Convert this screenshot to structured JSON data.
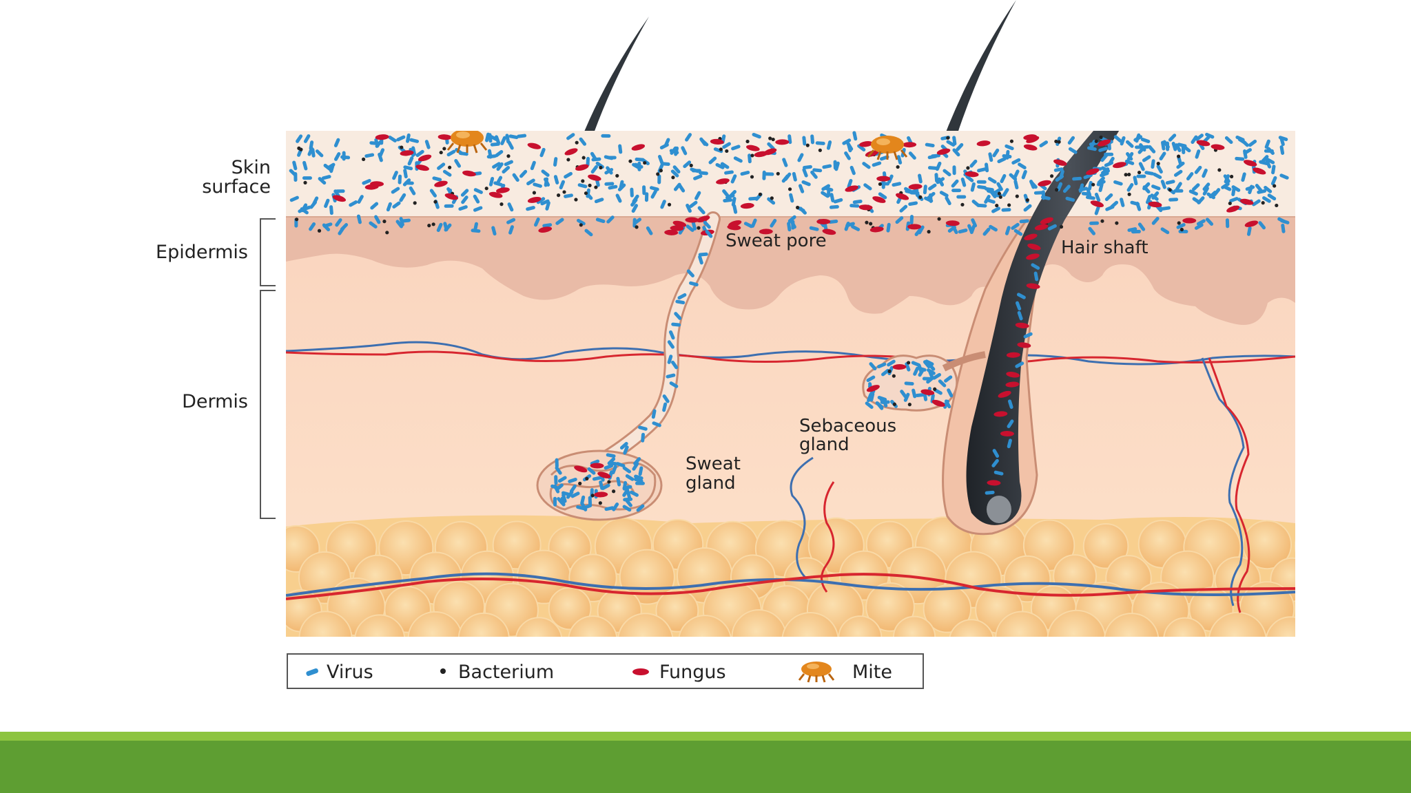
{
  "labels": {
    "skin_surface_line1": "Skin",
    "skin_surface_line2": "surface",
    "epidermis": "Epidermis",
    "dermis": "Dermis",
    "sweat_pore": "Sweat pore",
    "hair_shaft": "Hair shaft",
    "sebaceous_line1": "Sebaceous",
    "sebaceous_line2": "gland",
    "sweat_gland_line1": "Sweat",
    "sweat_gland_line2": "gland"
  },
  "legend": {
    "items": [
      {
        "label": "Virus",
        "icon": "virus-icon",
        "color": "#2f8fd0"
      },
      {
        "label": "Bacterium",
        "icon": "bacterium-icon",
        "color": "#222222"
      },
      {
        "label": "Fungus",
        "icon": "fungus-icon",
        "color": "#c8102e"
      },
      {
        "label": "Mite",
        "icon": "mite-icon",
        "color": "#e3861c"
      }
    ]
  },
  "colors": {
    "surface": "#f7e8dc",
    "epidermis": "#e8b9a4",
    "dermis": "#fbd9c2",
    "fat": "#f8cf8e",
    "hair": "#2d3238",
    "artery": "#d7262f",
    "vein": "#3d6fb0",
    "footer_light": "#8dc43f",
    "footer_dark": "#5e9e32"
  }
}
